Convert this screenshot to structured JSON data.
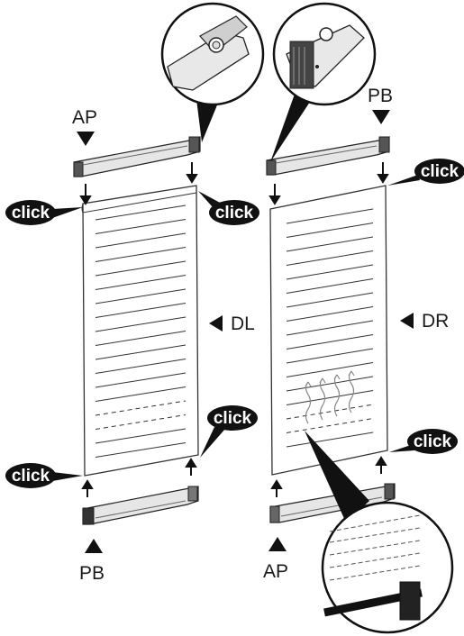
{
  "left_panel": {
    "top_cap_label": "AP",
    "bottom_cap_label": "PB",
    "side_label": "DL"
  },
  "right_panel": {
    "top_cap_label": "PB",
    "bottom_cap_label": "AP",
    "side_label": "DR"
  },
  "click_callouts": [
    "click",
    "click",
    "click",
    "click",
    "click",
    "click"
  ],
  "colors": {
    "ink": "#111111",
    "panel_fill": "#ffffff",
    "line": "#333333"
  }
}
